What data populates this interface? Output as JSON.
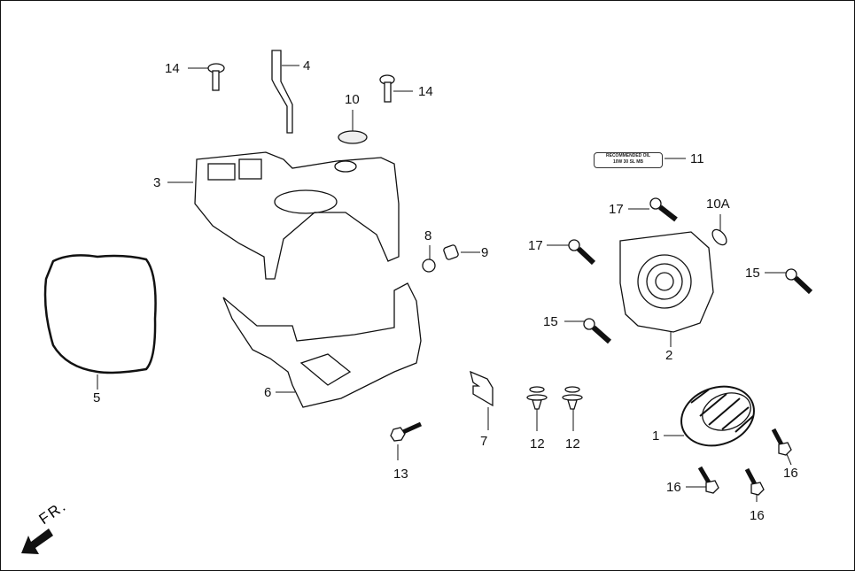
{
  "diagram": {
    "type": "exploded-parts-diagram",
    "subject": "Engine cooling shroud / cooling fan assembly",
    "direction_indicator": {
      "label": "FR.",
      "icon": "front-direction-arrow-icon"
    },
    "oil_sticker": {
      "line1": "RECOMMENDED OIL",
      "line2": "10W 30 SL MB"
    },
    "callouts": [
      {
        "id": "c1",
        "ref": "1",
        "part": "cooling-fan"
      },
      {
        "id": "c2",
        "ref": "2",
        "part": "fan-cover"
      },
      {
        "id": "c3",
        "ref": "3",
        "part": "shroud-upper"
      },
      {
        "id": "c4",
        "ref": "4",
        "part": "strap"
      },
      {
        "id": "c5",
        "ref": "5",
        "part": "seal-gasket"
      },
      {
        "id": "c6",
        "ref": "6",
        "part": "shroud-lower"
      },
      {
        "id": "c7",
        "ref": "7",
        "part": "plate"
      },
      {
        "id": "c8",
        "ref": "8",
        "part": "grommet"
      },
      {
        "id": "c9",
        "ref": "9",
        "part": "collar"
      },
      {
        "id": "c10",
        "ref": "10",
        "part": "cap"
      },
      {
        "id": "c10a",
        "ref": "10A",
        "part": "cap"
      },
      {
        "id": "c11",
        "ref": "11",
        "part": "oil-label"
      },
      {
        "id": "c12a",
        "ref": "12",
        "part": "clip"
      },
      {
        "id": "c12b",
        "ref": "12",
        "part": "clip"
      },
      {
        "id": "c13",
        "ref": "13",
        "part": "bolt"
      },
      {
        "id": "c14a",
        "ref": "14",
        "part": "screw"
      },
      {
        "id": "c14b",
        "ref": "14",
        "part": "screw"
      },
      {
        "id": "c15a",
        "ref": "15",
        "part": "bolt"
      },
      {
        "id": "c15b",
        "ref": "15",
        "part": "bolt"
      },
      {
        "id": "c16a",
        "ref": "16",
        "part": "bolt"
      },
      {
        "id": "c16b",
        "ref": "16",
        "part": "bolt"
      },
      {
        "id": "c16c",
        "ref": "16",
        "part": "bolt"
      },
      {
        "id": "c17a",
        "ref": "17",
        "part": "bolt"
      },
      {
        "id": "c17b",
        "ref": "17",
        "part": "bolt"
      }
    ]
  }
}
